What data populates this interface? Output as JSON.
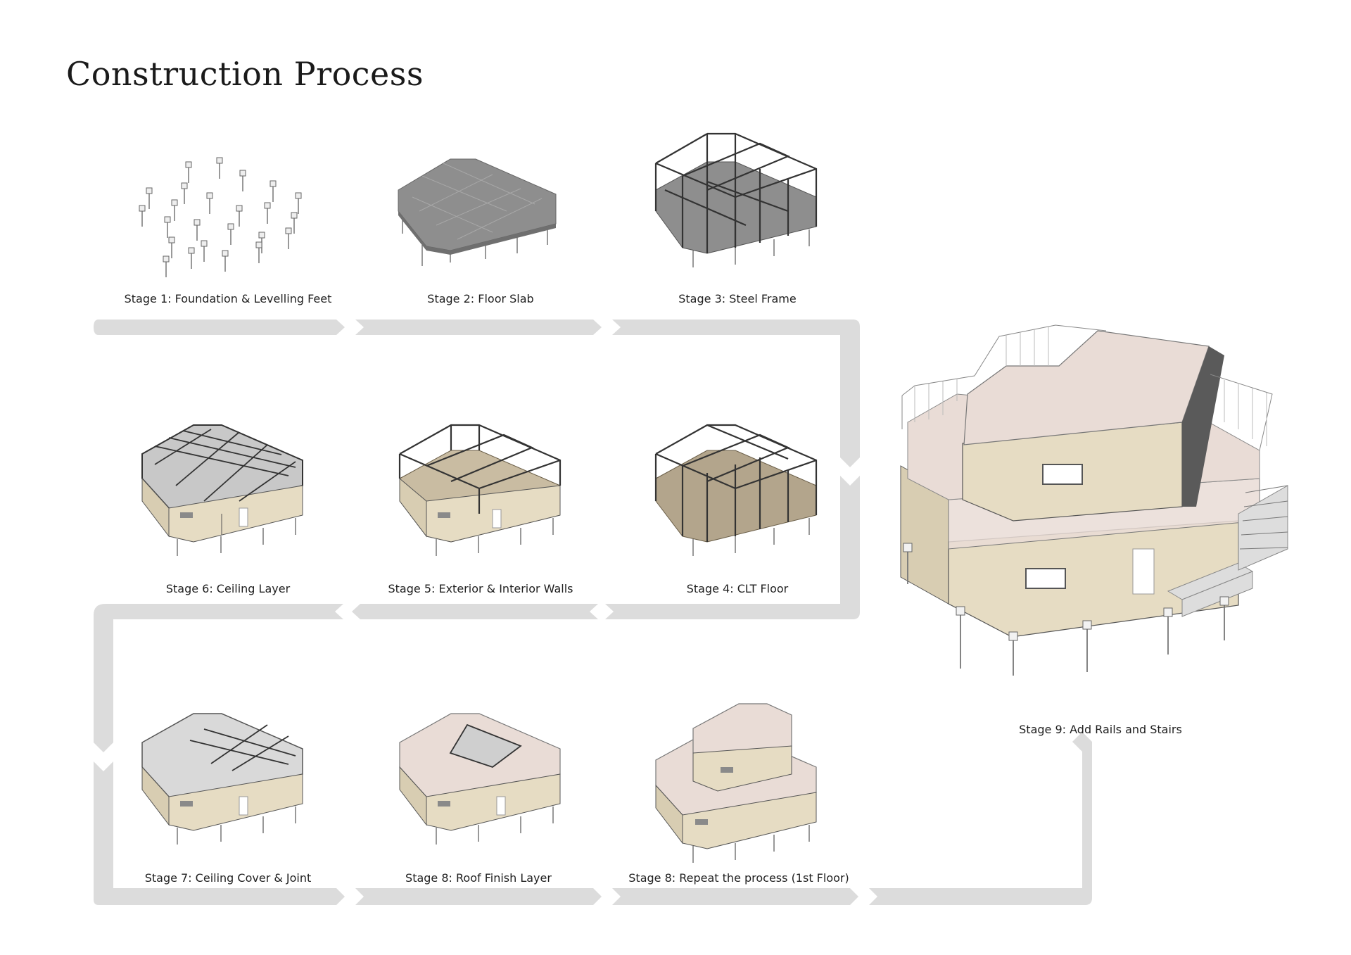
{
  "title": "Construction Process",
  "stages": [
    {
      "id": "s1",
      "label": "Stage 1: Foundation & Levelling Feet"
    },
    {
      "id": "s2",
      "label": "Stage 2: Floor Slab"
    },
    {
      "id": "s3",
      "label": "Stage 3: Steel Frame"
    },
    {
      "id": "s4",
      "label": "Stage 4: CLT Floor"
    },
    {
      "id": "s5",
      "label": "Stage 5: Exterior & Interior Walls"
    },
    {
      "id": "s6",
      "label": "Stage 6: Ceiling Layer"
    },
    {
      "id": "s7",
      "label": "Stage 7: Ceiling Cover & Joint"
    },
    {
      "id": "s8a",
      "label": "Stage 8: Roof Finish Layer"
    },
    {
      "id": "s8b",
      "label": "Stage 8: Repeat the process (1st Floor)"
    },
    {
      "id": "s9",
      "label": "Stage 9: Add Rails and Stairs"
    }
  ],
  "colors": {
    "arrow": "#dcdcdc",
    "slab": "#8e8e8e",
    "frame": "#3a3a3a",
    "clt": "#b3a58c",
    "wall": "#e6dcc3",
    "roof_finish": "#e9dcd6",
    "glass": "#c9c9c9"
  }
}
